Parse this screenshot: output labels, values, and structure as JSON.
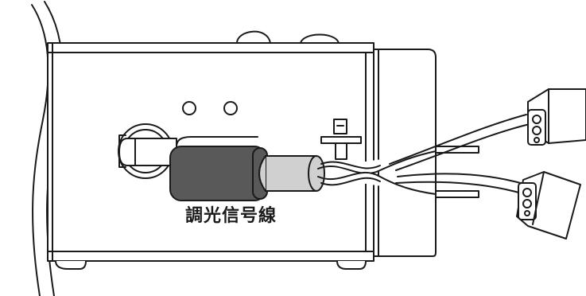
{
  "caption": {
    "label": "調光信号線"
  },
  "colors": {
    "outline": "#1a1a1a",
    "background": "#ffffff",
    "ferrite_core": "#595959",
    "cable_sheath": "#d0d0d0"
  },
  "icons": {
    "housing": "device-housing",
    "mounting_holes": "screw-holes",
    "grommet": "cable-grommet",
    "ferrite": "ferrite-core",
    "cable_tie": "cable-tie",
    "wires": "twisted-pair-wires",
    "connector_upper": "terminal-connector",
    "connector_lower": "terminal-connector"
  }
}
